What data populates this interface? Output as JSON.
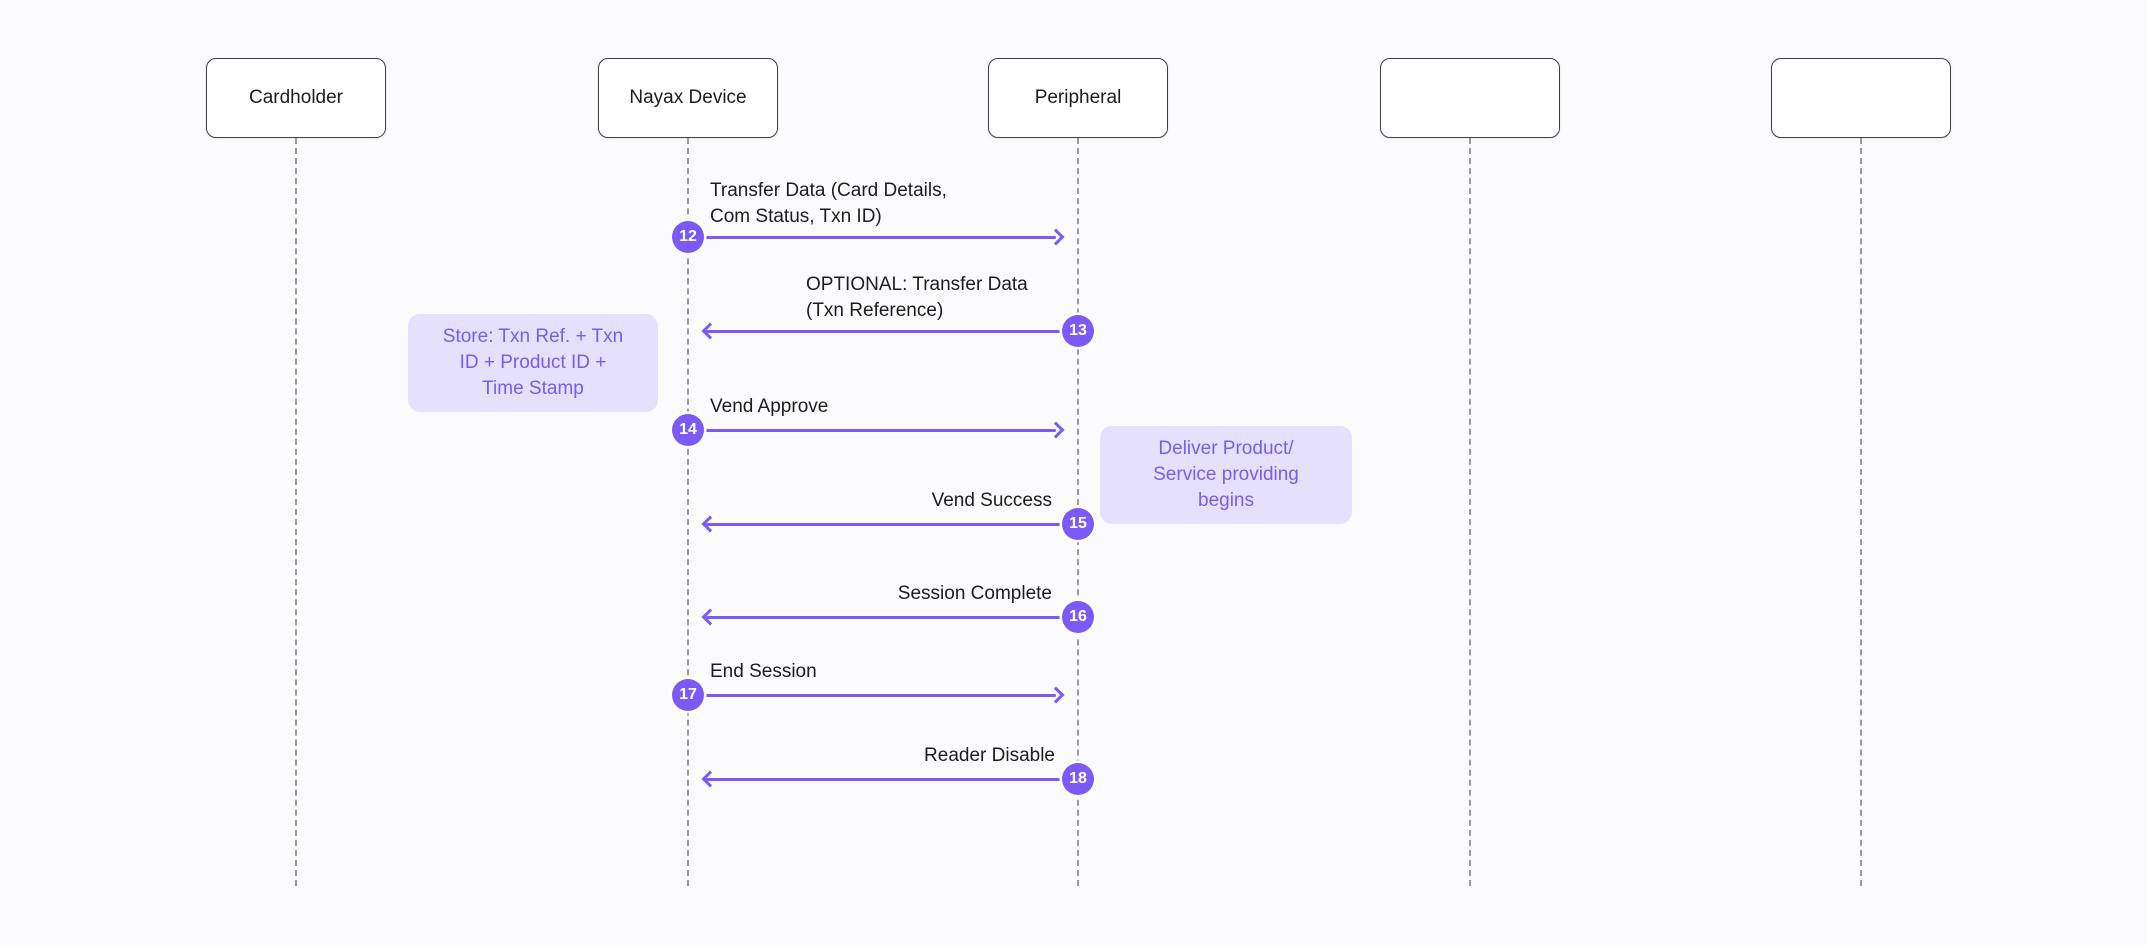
{
  "colors": {
    "bg": "#fbfbfd",
    "accent": "#7b5af7",
    "note-bg": "#e5e0fb",
    "note-text": "#7a5cf0",
    "lifeline": "#9a9aa0",
    "border": "#3f3f46",
    "text": "#1c1c21"
  },
  "diagram": {
    "type": "sequence-diagram"
  },
  "actors": [
    {
      "label": "Cardholder"
    },
    {
      "label": "Nayax Device"
    },
    {
      "label": "Peripheral"
    },
    {
      "label": ""
    },
    {
      "label": ""
    }
  ],
  "messages": [
    {
      "num": "12",
      "label": "Transfer Data (Card Details,\nCom Status, Txn ID)",
      "from": "Nayax Device",
      "to": "Peripheral",
      "direction": "right"
    },
    {
      "num": "13",
      "label": "OPTIONAL: Transfer Data\n(Txn Reference)",
      "from": "Peripheral",
      "to": "Nayax Device",
      "direction": "left"
    },
    {
      "num": "14",
      "label": "Vend Approve",
      "from": "Nayax Device",
      "to": "Peripheral",
      "direction": "right"
    },
    {
      "num": "15",
      "label": "Vend Success",
      "from": "Peripheral",
      "to": "Nayax Device",
      "direction": "left"
    },
    {
      "num": "16",
      "label": "Session Complete",
      "from": "Peripheral",
      "to": "Nayax Device",
      "direction": "left"
    },
    {
      "num": "17",
      "label": "End Session",
      "from": "Nayax Device",
      "to": "Peripheral",
      "direction": "right"
    },
    {
      "num": "18",
      "label": "Reader Disable",
      "from": "Peripheral",
      "to": "Nayax Device",
      "direction": "left"
    }
  ],
  "notes": [
    {
      "text": "Store: Txn Ref. + Txn\nID + Product ID +\nTime Stamp",
      "near": "Nayax Device"
    },
    {
      "text": "Deliver Product/\nService providing\nbegins",
      "near": "Peripheral"
    }
  ]
}
